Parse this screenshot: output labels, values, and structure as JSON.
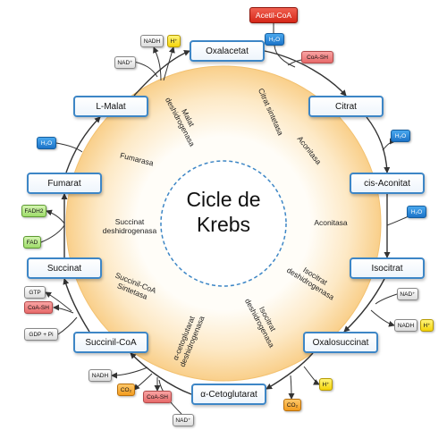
{
  "title": {
    "line1": "Cicle de",
    "line2": "Krebs"
  },
  "metabolites": [
    {
      "id": "oxalacetat",
      "label": "Oxalacetat"
    },
    {
      "id": "citrat",
      "label": "Citrat"
    },
    {
      "id": "cis-aconitat",
      "label": "cis-Aconitat"
    },
    {
      "id": "isocitrat",
      "label": "Isocitrat"
    },
    {
      "id": "oxalosuccinat",
      "label": "Oxalosuccinat"
    },
    {
      "id": "a-cetoglutarat",
      "label": "α-Cetoglutarat"
    },
    {
      "id": "succinil-coa",
      "label": "Succinil-CoA"
    },
    {
      "id": "succinat",
      "label": "Succinat"
    },
    {
      "id": "fumarat",
      "label": "Fumarat"
    },
    {
      "id": "l-malat",
      "label": "L-Malat"
    }
  ],
  "enzymes": [
    {
      "label": "Citrat sintetasa"
    },
    {
      "label": "Aconitasa"
    },
    {
      "label": "Aconitasa"
    },
    {
      "label": "Isocitrat\ndeshidrogenasa"
    },
    {
      "label": "Isocitrat\ndeshidrogenasa"
    },
    {
      "label": "α-cetoglutarat\ndeshidrogenasa"
    },
    {
      "label": "Succinil-CoA\nSintetasa"
    },
    {
      "label": "Succinat\ndeshidrogenasa"
    },
    {
      "label": "Fumarasa"
    },
    {
      "label": "Malat\ndeshidrogenasa"
    }
  ],
  "cofactors": [
    {
      "label": "Acetil-CoA",
      "color": "acetyl"
    },
    {
      "label": "H₂O",
      "color": "blue"
    },
    {
      "label": "CoA-SH",
      "color": "red"
    },
    {
      "label": "NADH",
      "color": "gray"
    },
    {
      "label": "H⁺",
      "color": "yellow"
    },
    {
      "label": "NAD⁺",
      "color": "gray"
    },
    {
      "label": "H₂O",
      "color": "blue"
    },
    {
      "label": "H₂O",
      "color": "blue"
    },
    {
      "label": "NAD⁺",
      "color": "gray"
    },
    {
      "label": "NADH",
      "color": "gray"
    },
    {
      "label": "H⁺",
      "color": "yellow"
    },
    {
      "label": "H⁺",
      "color": "yellow"
    },
    {
      "label": "CO₂",
      "color": "orange"
    },
    {
      "label": "NADH",
      "color": "gray"
    },
    {
      "label": "CO₂",
      "color": "orange"
    },
    {
      "label": "CoA-SH",
      "color": "red"
    },
    {
      "label": "NAD⁺",
      "color": "gray"
    },
    {
      "label": "GTP",
      "color": "gray"
    },
    {
      "label": "CoA-SH",
      "color": "red"
    },
    {
      "label": "GDP + Pi",
      "color": "gray"
    },
    {
      "label": "FADH2",
      "color": "green"
    },
    {
      "label": "FAD",
      "color": "green"
    },
    {
      "label": "H₂O",
      "color": "blue"
    }
  ],
  "colors": {
    "ring_fill": "#fde4b8",
    "ring_edge": "#f7c97c",
    "metabolite_border": "#3d86c6",
    "inner_circle_border": "#3d86c6",
    "arrow": "#333333"
  }
}
